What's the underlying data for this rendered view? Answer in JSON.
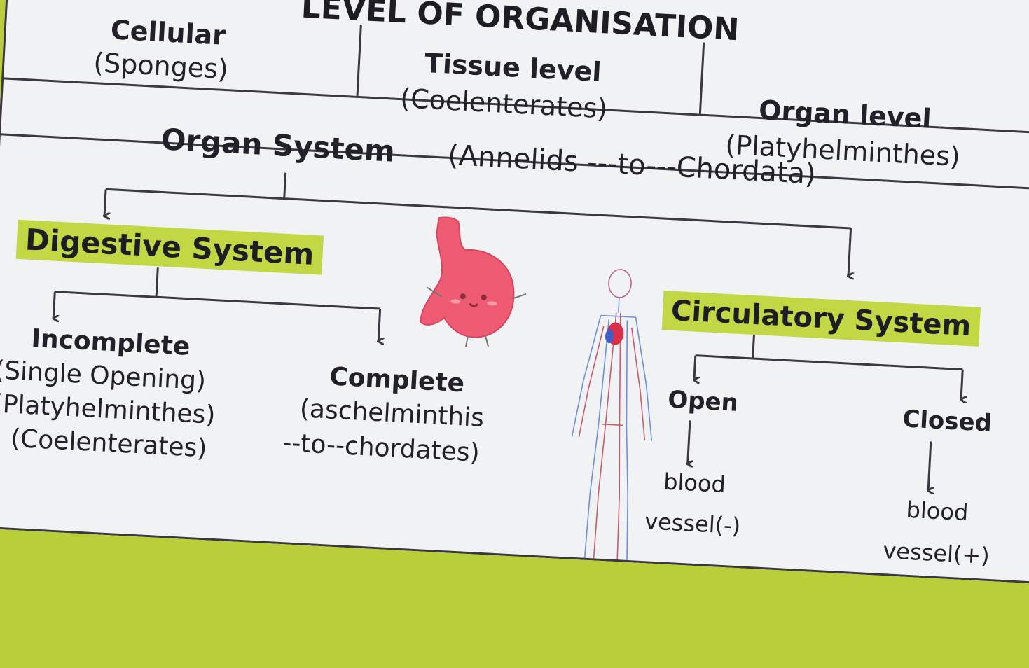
{
  "header": {
    "title": "LEVEL OF ORGANISATION"
  },
  "levels": [
    {
      "name": "Cellular",
      "example": "(Sponges)"
    },
    {
      "name": "Tissue level",
      "example": "(Coelenterates)"
    },
    {
      "name": "Organ level",
      "example": "(Platyhelminthes)"
    }
  ],
  "organ_system": {
    "name": "Organ System",
    "range": "(Annelids ---to---Chordata)"
  },
  "digestive": {
    "title": "Digestive System",
    "incomplete": {
      "name": "Incomplete",
      "line1": "(Single Opening)",
      "line2": "(Platyhelminthes)",
      "line3": "(Coelenterates)"
    },
    "complete": {
      "name": "Complete",
      "line1": "(aschelminthis",
      "line2": "--to--chordates)"
    }
  },
  "circulatory": {
    "title": "Circulatory System",
    "open": {
      "name": "Open",
      "line1": "blood",
      "line2": "vessel(-)"
    },
    "closed": {
      "name": "Closed",
      "line1": "blood",
      "line2": "vessel(+)"
    }
  },
  "colors": {
    "accent": "#b9cf3a",
    "panel": "#f1f2f4",
    "ink": "#3b3841",
    "stomach": "#ef5b73"
  },
  "icons": [
    "stomach-icon",
    "circulatory-body-icon"
  ]
}
